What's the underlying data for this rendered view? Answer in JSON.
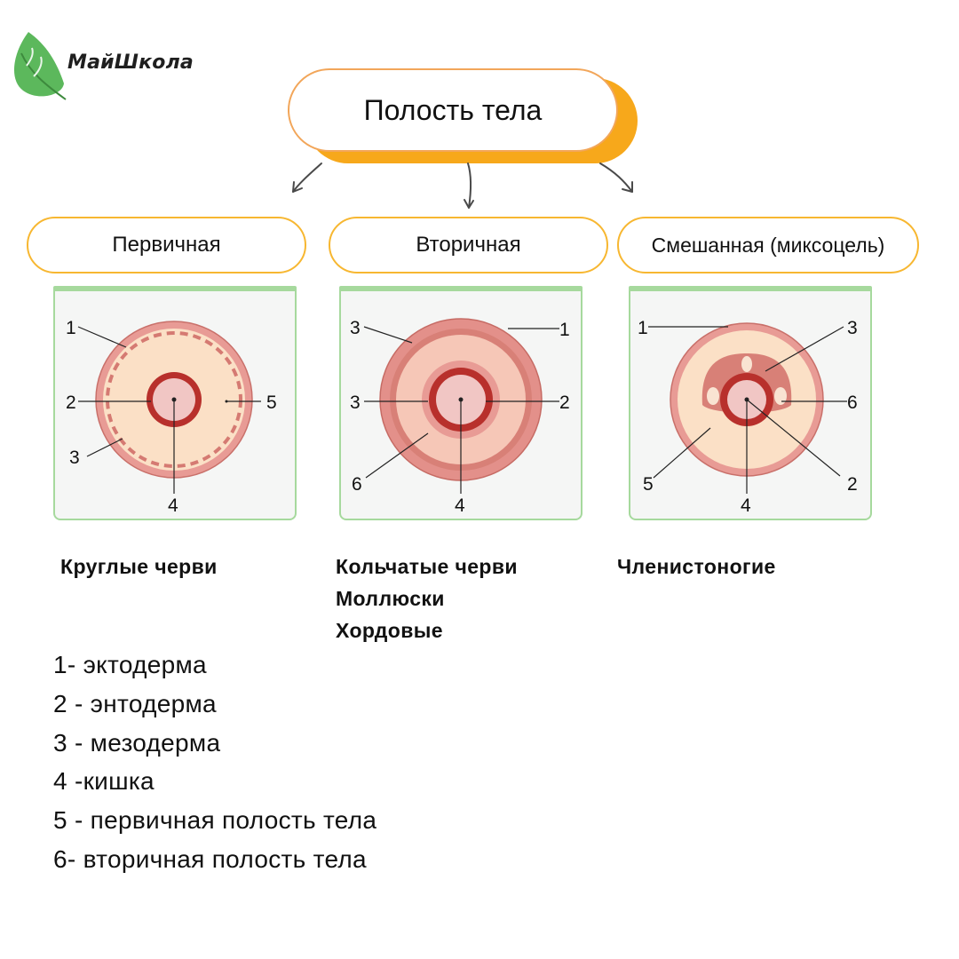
{
  "brand": {
    "name": "МайШкола",
    "leaf_color": "#5cb85c"
  },
  "title": "Полость тела",
  "categories": [
    {
      "label": "Первичная"
    },
    {
      "label": "Вторичная"
    },
    {
      "label": "Смешанная (миксоцель)"
    }
  ],
  "diagrams": [
    {
      "callouts": [
        "1",
        "2",
        "3",
        "4",
        "5"
      ]
    },
    {
      "callouts": [
        "3",
        "1",
        "3",
        "2",
        "6",
        "4"
      ]
    },
    {
      "callouts": [
        "1",
        "3",
        "6",
        "5",
        "2",
        "4"
      ]
    }
  ],
  "groups": [
    {
      "lines": [
        "Круглые черви"
      ]
    },
    {
      "lines": [
        "Кольчатые черви",
        "Моллюски",
        "Хордовые"
      ]
    },
    {
      "lines": [
        "Членистоногие"
      ]
    }
  ],
  "legend": [
    "1- эктодерма",
    "2 - энтодерма",
    "3 - мезодерма",
    "4 -кишка",
    "5 - первичная полость тела",
    "6- вторичная полость тела"
  ],
  "colors": {
    "accent_orange": "#f7a81b",
    "category_border": "#f7b731",
    "panel_border": "#a6d99d",
    "ectoderm": "#e89b95",
    "gut_wall": "#b8302c",
    "cavity_primary": "#fbe0c6",
    "cavity_secondary": "#f6c7b7"
  }
}
